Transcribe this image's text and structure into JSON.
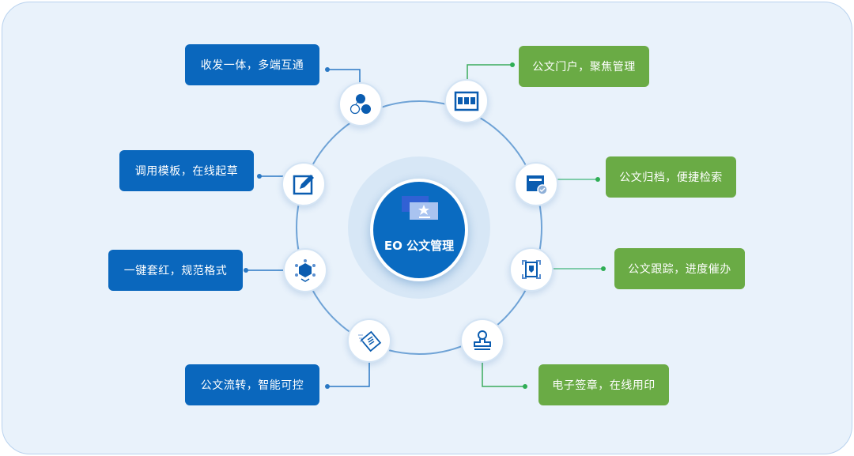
{
  "center": {
    "title": "EO 公文管理",
    "icon": "document-card-star-icon"
  },
  "left_items": [
    {
      "label": "收发一体，多端互通",
      "icon": "network-nodes-icon"
    },
    {
      "label": "调用模板，在线起草",
      "icon": "edit-pencil-icon"
    },
    {
      "label": "一键套红，规范格式",
      "icon": "hexagon-format-icon"
    },
    {
      "label": "公文流转，智能可控",
      "icon": "document-flow-icon"
    }
  ],
  "right_items": [
    {
      "label": "公文门户，聚焦管理",
      "icon": "portal-grid-icon"
    },
    {
      "label": "公文归档，便捷检索",
      "icon": "archive-check-icon"
    },
    {
      "label": "公文跟踪，进度催办",
      "icon": "shield-scan-icon"
    },
    {
      "label": "电子签章，在线用印",
      "icon": "stamp-icon"
    }
  ],
  "colors": {
    "blue": "#0a67bd",
    "green": "#6aab45",
    "background": "#e9f2fb"
  }
}
